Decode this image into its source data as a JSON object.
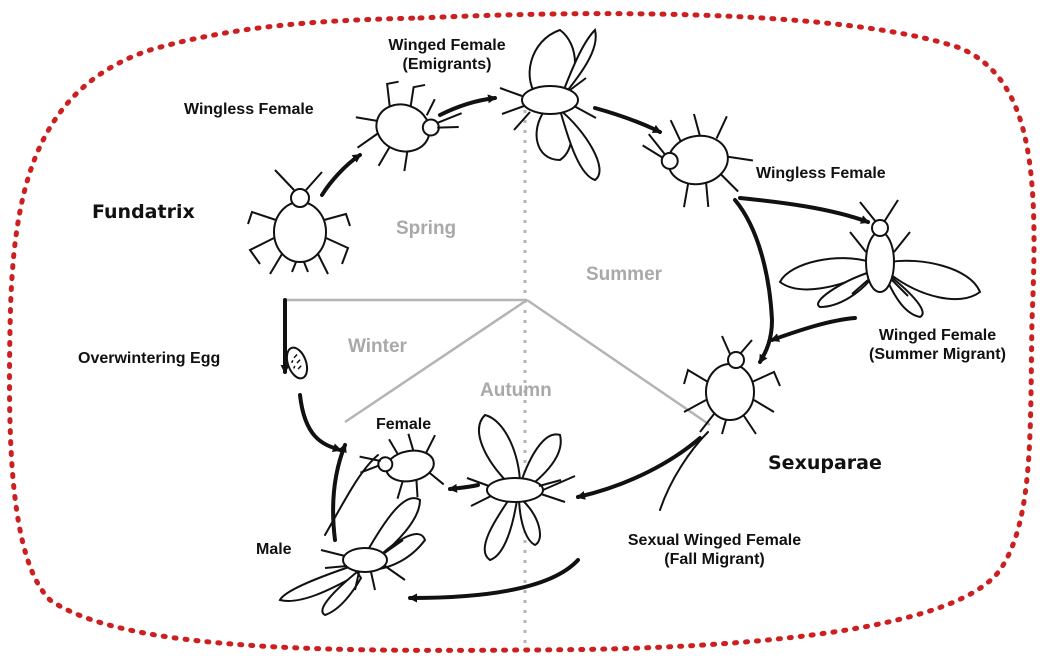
{
  "colors": {
    "border": "#cc1f1f",
    "ink": "#111111",
    "season_line": "#b4b4b4",
    "season_text": "#a9a9a9"
  },
  "labels": {
    "winged_female_emigrants": [
      "Winged Female",
      "(Emigrants)"
    ],
    "wingless_female_top": "Wingless Female",
    "wingless_female_right": "Wingless Female",
    "fundatrix": "Fundatrix",
    "winged_female_summer": [
      "Winged Female",
      "(Summer Migrant)"
    ],
    "overwintering_egg": "Overwintering Egg",
    "sexuparae": "Sexuparae",
    "female": "Female",
    "sexual_winged_female": [
      "Sexual Winged Female",
      "(Fall Migrant)"
    ],
    "male": "Male"
  },
  "seasons": {
    "spring": "Spring",
    "summer": "Summer",
    "winter": "Winter",
    "autumn": "Autumn"
  },
  "icons": [
    "winged-aphid-icon",
    "wingless-aphid-icon",
    "egg-icon",
    "cycle-arrow-icon"
  ]
}
